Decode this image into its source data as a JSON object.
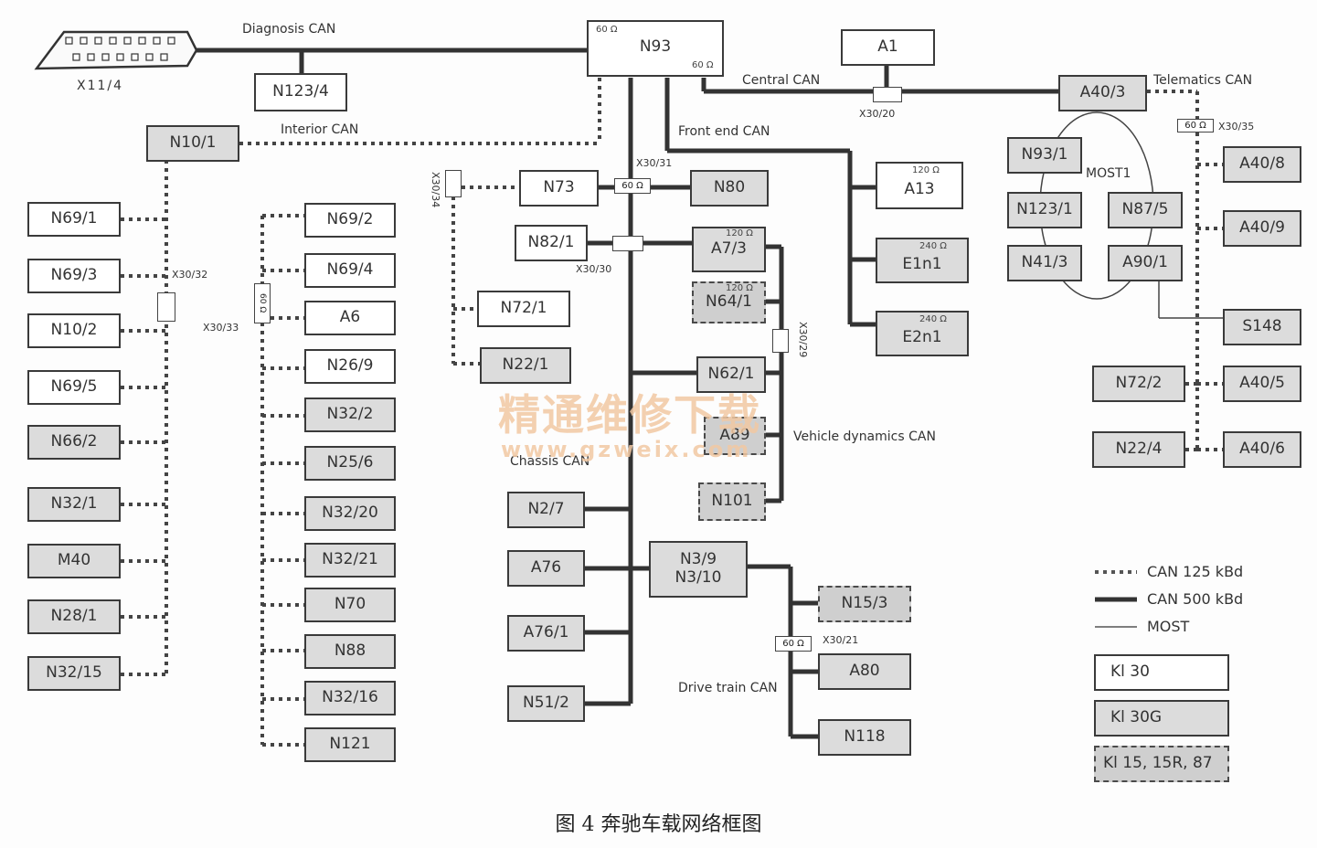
{
  "diagram": {
    "connector_label": "X11/4",
    "buses": {
      "diagnosis": "Diagnosis CAN",
      "central": "Central CAN",
      "telematics": "Telematics CAN",
      "interior": "Interior CAN",
      "front_end": "Front end CAN",
      "chassis": "Chassis CAN",
      "vehicle_dynamics": "Vehicle dynamics CAN",
      "drive_train": "Drive train CAN",
      "most": "MOST"
    },
    "connectors": {
      "x30_20": "X30/20",
      "x30_35": "X30/35",
      "x30_31": "X30/31",
      "x30_34": "X30/34",
      "x30_32": "X30/32",
      "x30_33": "X30/33",
      "x30_30": "X30/30",
      "x30_29": "X30/29",
      "x30_21": "X30/21"
    },
    "resistors": {
      "r60": "60 Ω",
      "r120": "120 Ω",
      "r240": "240 Ω"
    },
    "nodes": {
      "N93": "N93",
      "N123_4": "N123/4",
      "A1": "A1",
      "A40_3": "A40/3",
      "N10_1": "N10/1",
      "N69_1": "N69/1",
      "N69_3": "N69/3",
      "N10_2": "N10/2",
      "N69_5": "N69/5",
      "N66_2": "N66/2",
      "N32_1": "N32/1",
      "M40": "M40",
      "N28_1": "N28/1",
      "N32_15": "N32/15",
      "N69_2": "N69/2",
      "N69_4": "N69/4",
      "A6": "A6",
      "N26_9": "N26/9",
      "N32_2": "N32/2",
      "N25_6": "N25/6",
      "N32_20": "N32/20",
      "N32_21": "N32/21",
      "N70": "N70",
      "N88": "N88",
      "N32_16": "N32/16",
      "N121": "N121",
      "N73": "N73",
      "N80": "N80",
      "N82_1": "N82/1",
      "A7_3": "A7/3",
      "N72_1": "N72/1",
      "N22_1": "N22/1",
      "N64_1": "N64/1",
      "N62_1": "N62/1",
      "A89": "A89",
      "N101": "N101",
      "N2_7": "N2/7",
      "A76": "A76",
      "A76_1": "A76/1",
      "N51_2": "N51/2",
      "N3_9": "N3/9\nN3/10",
      "N15_3": "N15/3",
      "A80": "A80",
      "N118": "N118",
      "A13": "A13",
      "E1n1": "E1n1",
      "E2n1": "E2n1",
      "N93_1": "N93/1",
      "N123_1": "N123/1",
      "N87_5": "N87/5",
      "N41_3": "N41/3",
      "A90_1": "A90/1",
      "MOST1": "MOST1",
      "A40_8": "A40/8",
      "A40_9": "A40/9",
      "S148": "S148",
      "N72_2": "N72/2",
      "A40_5": "A40/5",
      "N22_4": "N22/4",
      "A40_6": "A40/6"
    },
    "legend": {
      "can125": "CAN 125 kBd",
      "can500": "CAN 500 kBd",
      "most": "MOST",
      "kl30": "Kl 30",
      "kl30g": "Kl 30G",
      "kl15": "Kl 15, 15R, 87"
    },
    "watermark": {
      "cn": "精通维修下载",
      "url": "www.gzweix.com"
    },
    "caption": "图 4   奔驰车载网络框图"
  }
}
